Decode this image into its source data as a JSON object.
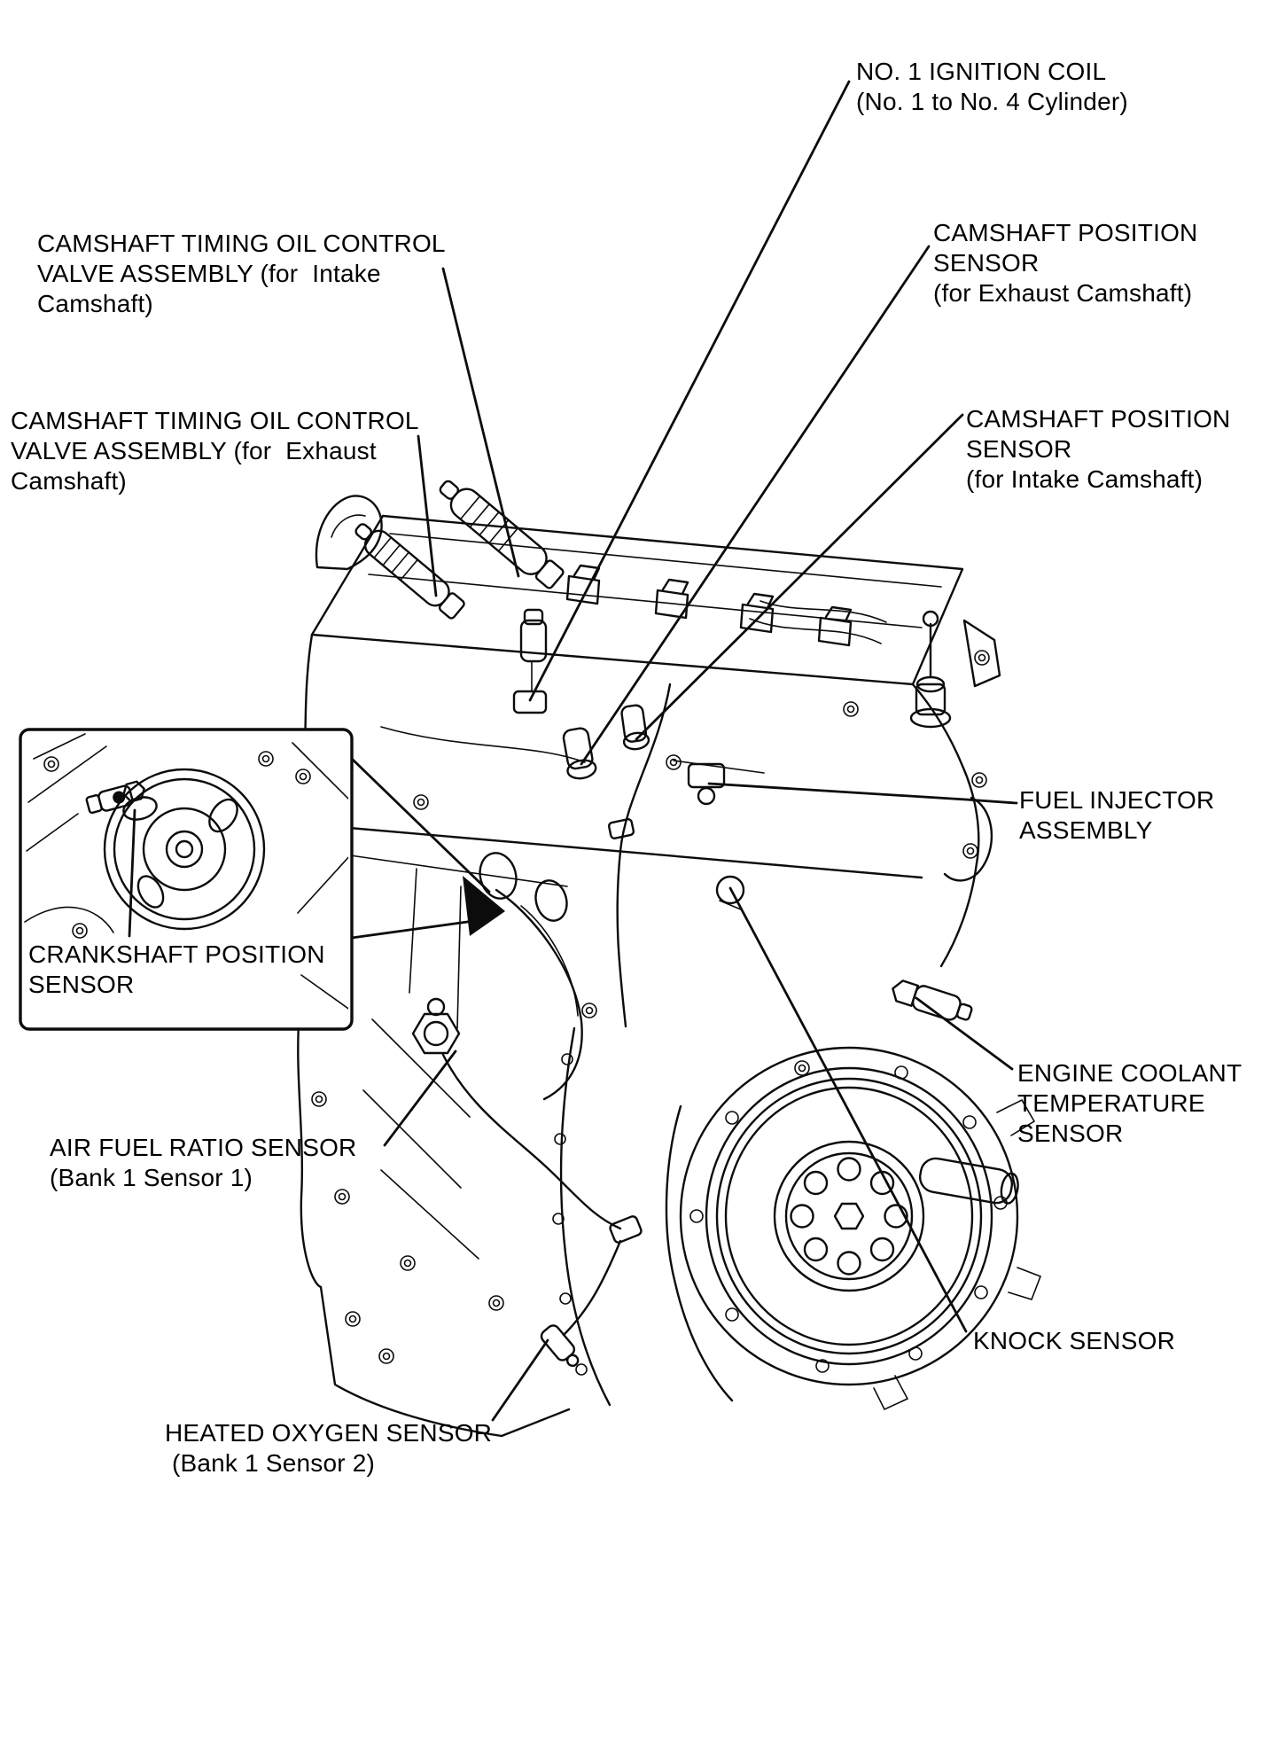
{
  "figure": {
    "background": "#ffffff",
    "line_color": "#0c0c0c"
  },
  "labels": {
    "ignition_coil": {
      "text": "NO. 1 IGNITION COIL\n(No. 1 to No. 4 Cylinder)"
    },
    "ocv_intake": {
      "text": "CAMSHAFT TIMING OIL CONTROL\nVALVE ASSEMBLY (for  Intake\nCamshaft)"
    },
    "ocv_exhaust": {
      "text": "CAMSHAFT TIMING OIL CONTROL\nVALVE ASSEMBLY (for  Exhaust\nCamshaft)"
    },
    "cps_exhaust": {
      "text": "CAMSHAFT POSITION\nSENSOR\n(for Exhaust Camshaft)"
    },
    "cps_intake": {
      "text": "CAMSHAFT POSITION\nSENSOR\n(for Intake Camshaft)"
    },
    "fuel_injector": {
      "text": "FUEL INJECTOR\nASSEMBLY"
    },
    "crankshaft_position": {
      "text": "CRANKSHAFT POSITION\nSENSOR"
    },
    "ect": {
      "text": "ENGINE COOLANT\nTEMPERATURE\nSENSOR"
    },
    "afr": {
      "text": "AIR FUEL RATIO SENSOR\n(Bank 1 Sensor 1)"
    },
    "knock": {
      "text": "KNOCK SENSOR"
    },
    "ho2s": {
      "text": "HEATED OXYGEN SENSOR\n (Bank 1 Sensor 2)"
    }
  }
}
